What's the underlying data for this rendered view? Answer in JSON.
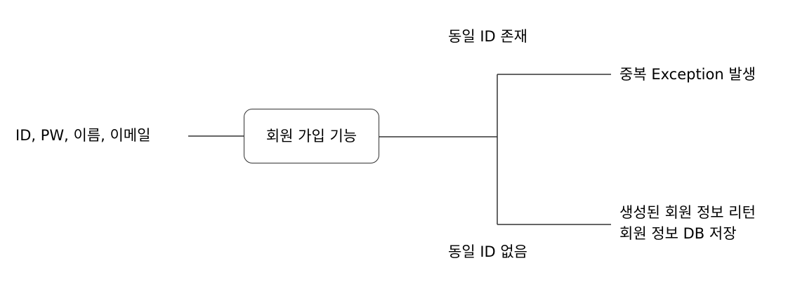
{
  "diagram": {
    "input_label": "ID, PW, 이름, 이메일",
    "process_label": "회원 가입 기능",
    "branch_top": {
      "condition": "동일 ID 존재",
      "result": "중복 Exception 발생"
    },
    "branch_bottom": {
      "condition": "동일 ID 없음",
      "result_lines": [
        "생성된 회원 정보 리턴",
        "회원 정보 DB 저장"
      ]
    },
    "line_color": "#333333"
  }
}
